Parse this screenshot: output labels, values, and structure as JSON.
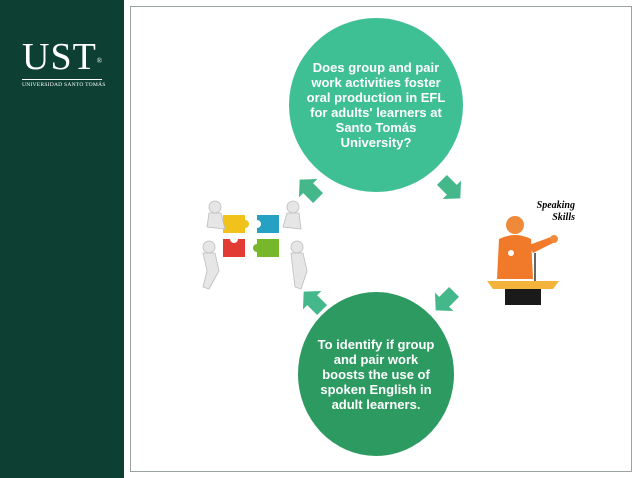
{
  "logo": {
    "main": "UST",
    "registered": "®",
    "sub": "UNIVERSIDAD SANTO TOMÁS"
  },
  "colors": {
    "sidebar": "#0d4032",
    "circle_top": "#3fbf94",
    "circle_bottom": "#2d9a62",
    "arrow": "#44b88a"
  },
  "cycle": {
    "question": "Does group and pair work activities foster oral production in EFL for adults' learners at Santo Tomás University?",
    "objective": "To identify if group and pair work boosts the use of spoken English in adult learners."
  },
  "illustrations": {
    "puzzle": "puzzle-team-illustration",
    "speaker": "speaking-skills-illustration",
    "speaker_caption_line1": "Speaking",
    "speaker_caption_line2": "Skills"
  }
}
